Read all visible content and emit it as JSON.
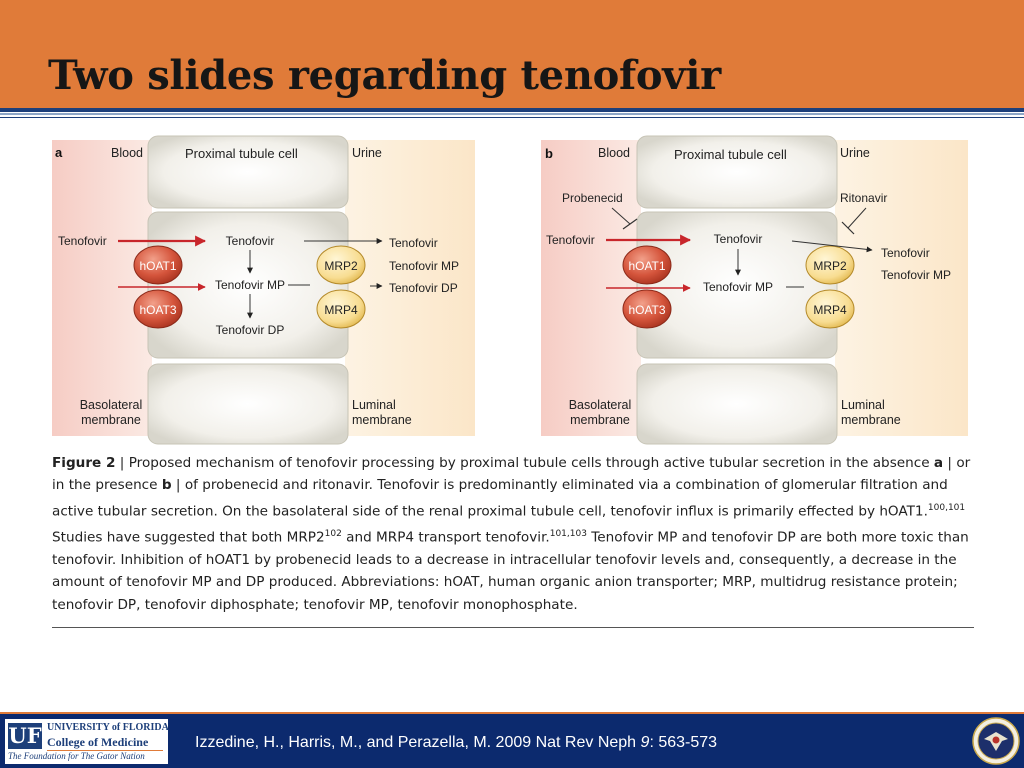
{
  "slide": {
    "title": "Two slides regarding tenofovir"
  },
  "figure": {
    "panels": [
      {
        "id": "a",
        "blood": "Blood",
        "cell": "Proximal tubule cell",
        "urine": "Urine",
        "drug_in": "Tenofovir",
        "hoat1": "hOAT1",
        "hoat3": "hOAT3",
        "inside": [
          "Tenofovir",
          "Tenofovir MP",
          "Tenofovir DP"
        ],
        "mrp2": "MRP2",
        "mrp4": "MRP4",
        "outside": [
          "Tenofovir",
          "Tenofovir MP",
          "Tenofovir DP"
        ],
        "basolateral": [
          "Basolateral",
          "membrane"
        ],
        "luminal": [
          "Luminal",
          "membrane"
        ]
      },
      {
        "id": "b",
        "blood": "Blood",
        "cell": "Proximal tubule cell",
        "urine": "Urine",
        "inhibitor_left": "Probenecid",
        "inhibitor_right": "Ritonavir",
        "drug_in": "Tenofovir",
        "hoat1": "hOAT1",
        "hoat3": "hOAT3",
        "inside": [
          "Tenofovir",
          "Tenofovir MP"
        ],
        "mrp2": "MRP2",
        "mrp4": "MRP4",
        "outside": [
          "Tenofovir",
          "Tenofovir MP"
        ],
        "basolateral": [
          "Basolateral",
          "membrane"
        ],
        "luminal": [
          "Luminal",
          "membrane"
        ]
      }
    ],
    "caption": {
      "label": "Figure 2",
      "p1": " | Proposed mechanism of tenofovir processing by proximal tubule cells through active tubular secretion in the absence ",
      "a": "a",
      "p2": " | or in the presence ",
      "b": "b",
      "p3": " | of probenecid and ritonavir. Tenofovir is predominantly eliminated via a combination of glomerular filtration and active tubular secretion. On the basolateral side of the renal proximal tubule cell, tenofovir influx is primarily effected by hOAT1.",
      "ref1": "100,101",
      "p4": " Studies have suggested that both MRP2",
      "ref2": "102",
      "p5": " and MRP4 transport tenofovir.",
      "ref3": "101,103",
      "p6": " Tenofovir MP and tenofovir DP are both more toxic than tenofovir. Inhibition of hOAT1 by probenecid leads to a decrease in intracellular tenofovir levels and, consequently, a decrease in the amount of tenofovir MP and DP produced. Abbreviations: hOAT, human organic anion transporter; MRP, multidrug resistance protein; tenofovir DP, tenofovir diphosphate; tenofovir MP, tenofovir monophosphate."
    }
  },
  "footer": {
    "logo_mark": "UF",
    "logo_line1": "UNIVERSITY of FLORIDA",
    "logo_line2": "College of Medicine",
    "logo_line3": "The Foundation for The Gator Nation",
    "citation_pre": "Izzedine, H., Harris, M., and Perazella, M. 2009 Nat Rev Neph ",
    "citation_vol": "9",
    "citation_post": ": 563-573"
  },
  "colors": {
    "header": "#e07b39",
    "footer": "#0c2a6e",
    "transporter_red": "#c9452f",
    "transporter_yellow": "#f6d98a",
    "arrow_red": "#c8262b"
  }
}
